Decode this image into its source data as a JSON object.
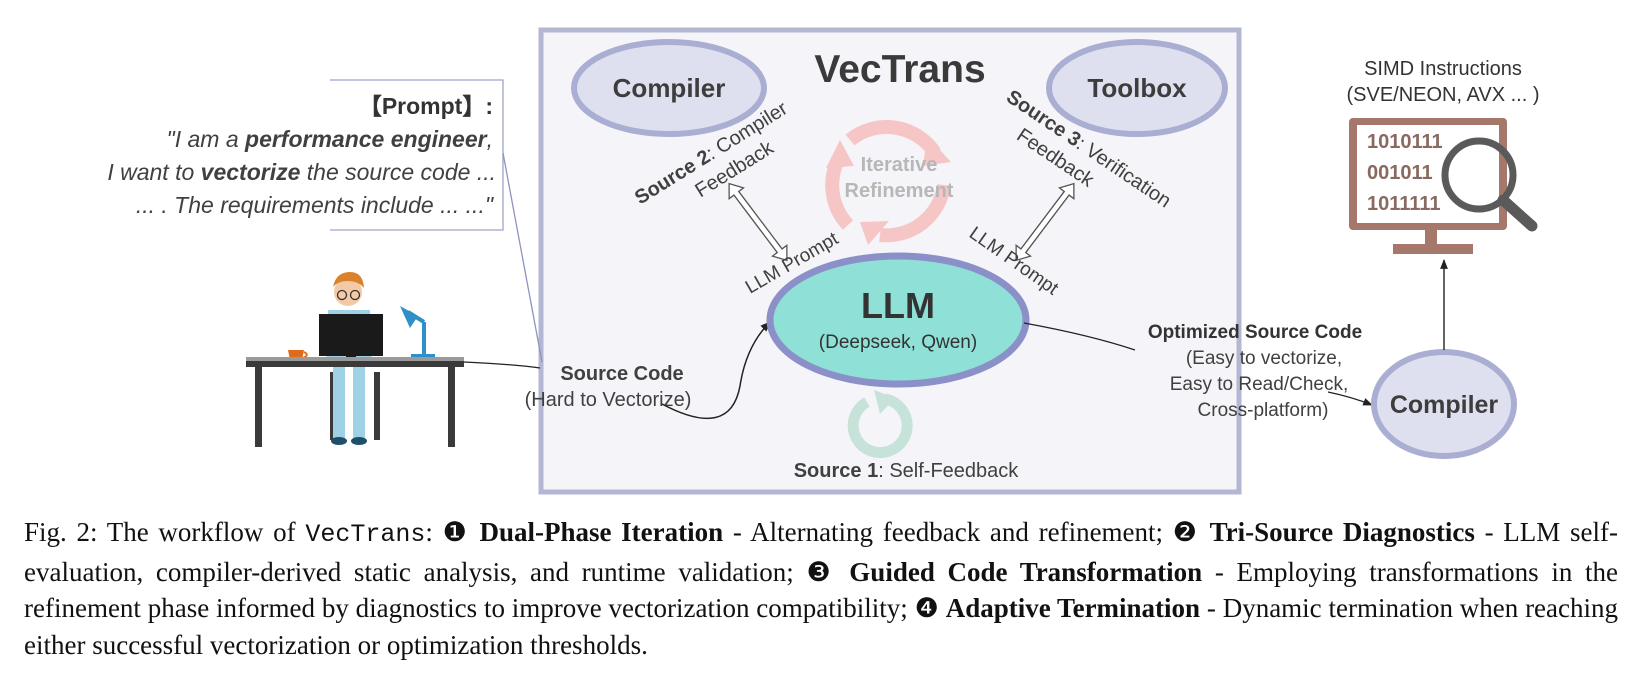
{
  "prompt": {
    "heading": "【Prompt】:",
    "line1_pre": "\"I am a ",
    "line1_bold": "performance engineer",
    "line1_post": ",",
    "line2_pre": "I want to ",
    "line2_bold": "vectorize",
    "line2_post": " the source code ...",
    "line3": "... . The requirements include ... ...\""
  },
  "center": {
    "title": "VecTrans",
    "compiler_label": "Compiler",
    "toolbox_label": "Toolbox",
    "iterative_line1": "Iterative",
    "iterative_line2": "Refinement",
    "source2_bold": "Source 2",
    "source2_rest": ": Compiler",
    "source2_line2": "Feedback",
    "source3_bold": "Source 3",
    "source3_rest": ": Verification",
    "source3_line2": "Feedback",
    "llm_prompt_left": "LLM Prompt",
    "llm_prompt_right": "LLM Prompt",
    "llm_title": "LLM",
    "llm_models": "(Deepseek, Qwen)",
    "source1_bold": "Source 1",
    "source1_rest": ": Self-Feedback"
  },
  "source_code": {
    "title": "Source Code",
    "subtitle": "(Hard to Vectorize)"
  },
  "optimized": {
    "title": "Optimized Source Code",
    "line1": "(Easy to vectorize,",
    "line2": "Easy to Read/Check,",
    "line3": "Cross-platform)"
  },
  "compiler_right": {
    "label": "Compiler"
  },
  "simd": {
    "title": "SIMD Instructions",
    "subtitle": "(SVE/NEON, AVX ... )",
    "row1": "1010111",
    "row2": "001011",
    "row3": "1011111"
  },
  "caption": {
    "prefix": "Fig. 2: The workflow of ",
    "system": "VecTrans",
    "colon": ": ",
    "b1_num": "❶",
    "b1_title": "Dual-Phase Iteration",
    "b1_text": " - Alternating feedback and refinement; ",
    "b2_num": "❷",
    "b2_title": "Tri-Source Diagnostics",
    "b2_text": " - LLM self-evaluation, compiler-derived static analysis, and runtime validation; ",
    "b3_num": "❸",
    "b3_title": "Guided Code Transformation",
    "b3_text": " - Employing transformations in the refinement phase informed by diagnostics to improve vectorization compatibility; ",
    "b4_num": "❹",
    "b4_title": "Adaptive Termination",
    "b4_text": " - Dynamic termination when reaching either successful vectorization or optimization thresholds."
  },
  "colors": {
    "frame_border": "#b4b7d3",
    "frame_fill": "#f5f5f9",
    "ellipse_fill": "#dfe0ef",
    "ellipse_stroke": "#a9aed2",
    "llm_fill": "#8fe0d6",
    "llm_stroke": "#8b91c8",
    "refine_arrow": "#f6c6c6",
    "self_arrow": "#c7e3d9",
    "monitor": "#a6786b",
    "text": "#404040"
  }
}
